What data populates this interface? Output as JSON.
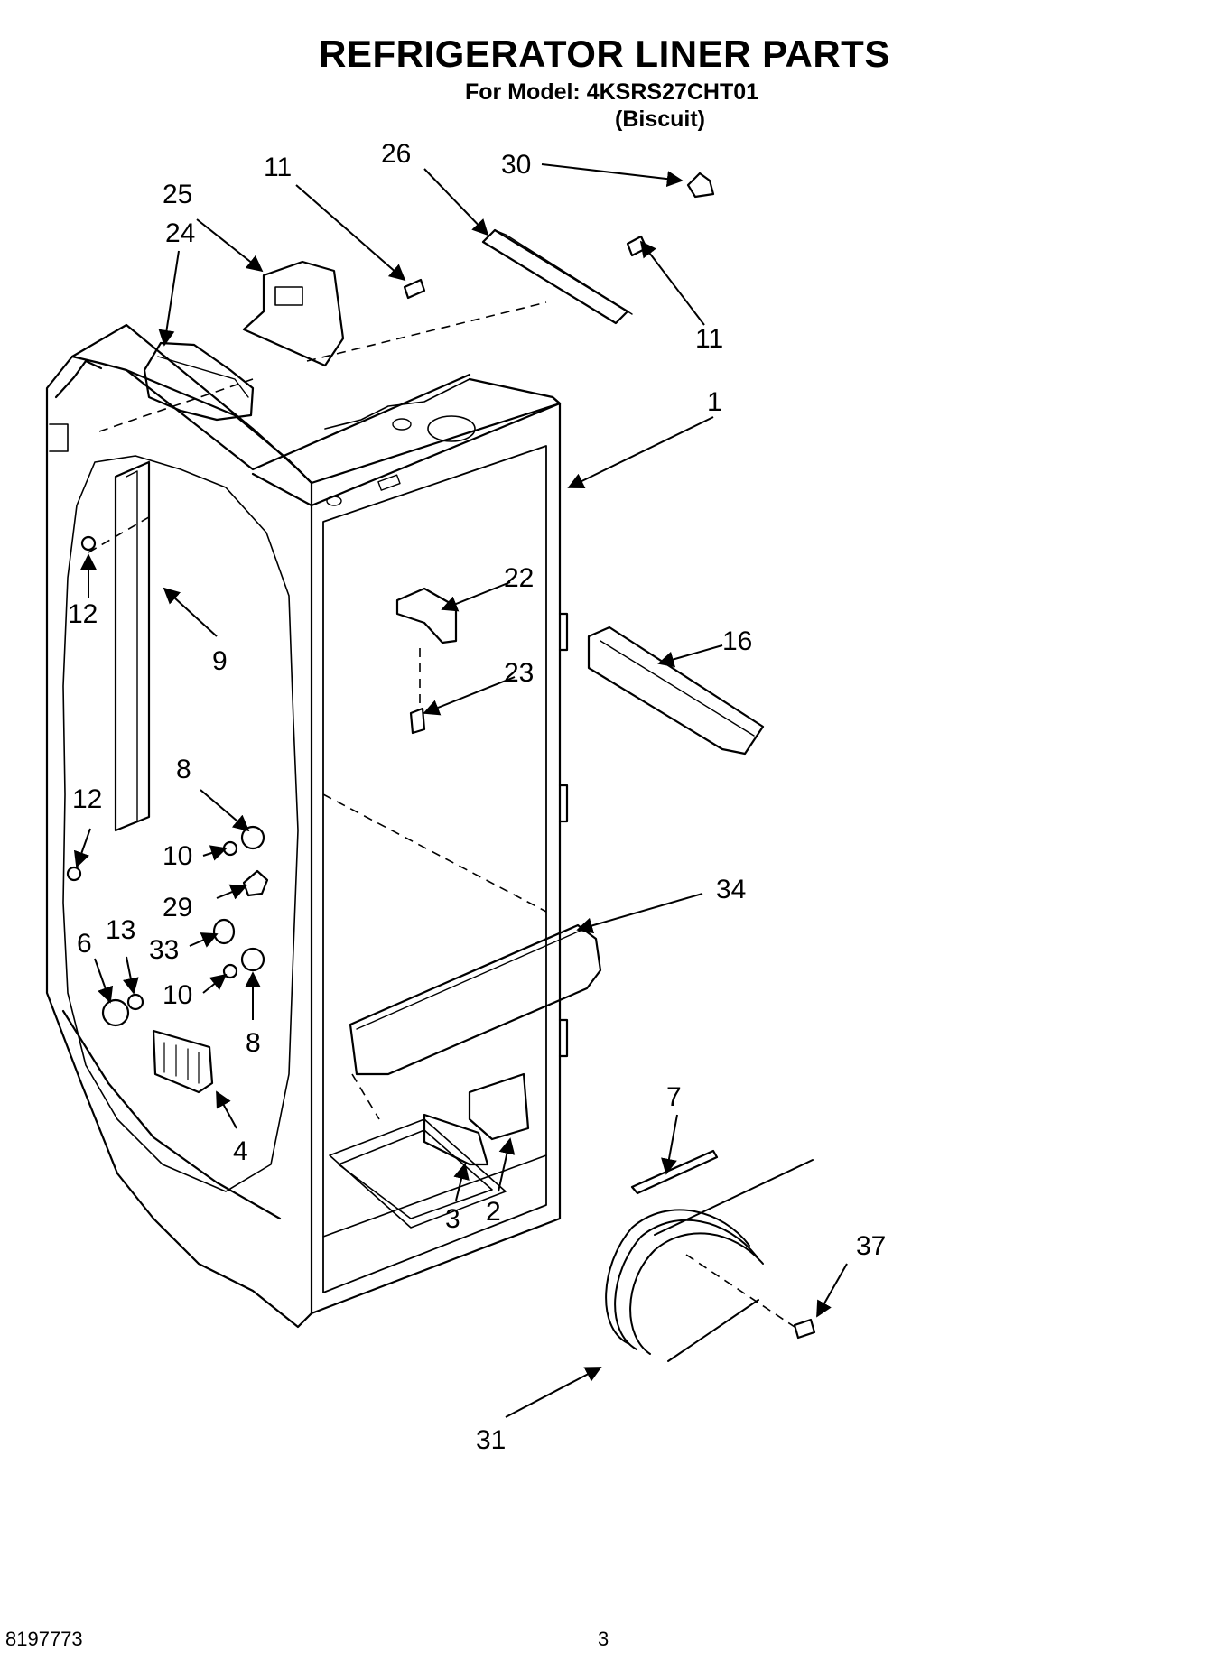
{
  "header": {
    "title": "REFRIGERATOR LINER PARTS",
    "model_line": "For Model: 4KSRS27CHT01",
    "variant": "(Biscuit)"
  },
  "footer": {
    "doc_number": "8197773",
    "page_number": "3"
  },
  "callouts": [
    {
      "id": "c-30",
      "label": "30"
    },
    {
      "id": "c-26",
      "label": "26"
    },
    {
      "id": "c-11a",
      "label": "11"
    },
    {
      "id": "c-25",
      "label": "25"
    },
    {
      "id": "c-24",
      "label": "24"
    },
    {
      "id": "c-11b",
      "label": "11"
    },
    {
      "id": "c-1",
      "label": "1"
    },
    {
      "id": "c-12a",
      "label": "12"
    },
    {
      "id": "c-9",
      "label": "9"
    },
    {
      "id": "c-22",
      "label": "22"
    },
    {
      "id": "c-16",
      "label": "16"
    },
    {
      "id": "c-23",
      "label": "23"
    },
    {
      "id": "c-8a",
      "label": "8"
    },
    {
      "id": "c-12b",
      "label": "12"
    },
    {
      "id": "c-10a",
      "label": "10"
    },
    {
      "id": "c-34",
      "label": "34"
    },
    {
      "id": "c-29",
      "label": "29"
    },
    {
      "id": "c-33",
      "label": "33"
    },
    {
      "id": "c-6",
      "label": "6"
    },
    {
      "id": "c-13",
      "label": "13"
    },
    {
      "id": "c-10b",
      "label": "10"
    },
    {
      "id": "c-8b",
      "label": "8"
    },
    {
      "id": "c-7",
      "label": "7"
    },
    {
      "id": "c-4",
      "label": "4"
    },
    {
      "id": "c-3",
      "label": "3"
    },
    {
      "id": "c-2",
      "label": "2"
    },
    {
      "id": "c-37",
      "label": "37"
    },
    {
      "id": "c-31",
      "label": "31"
    }
  ]
}
